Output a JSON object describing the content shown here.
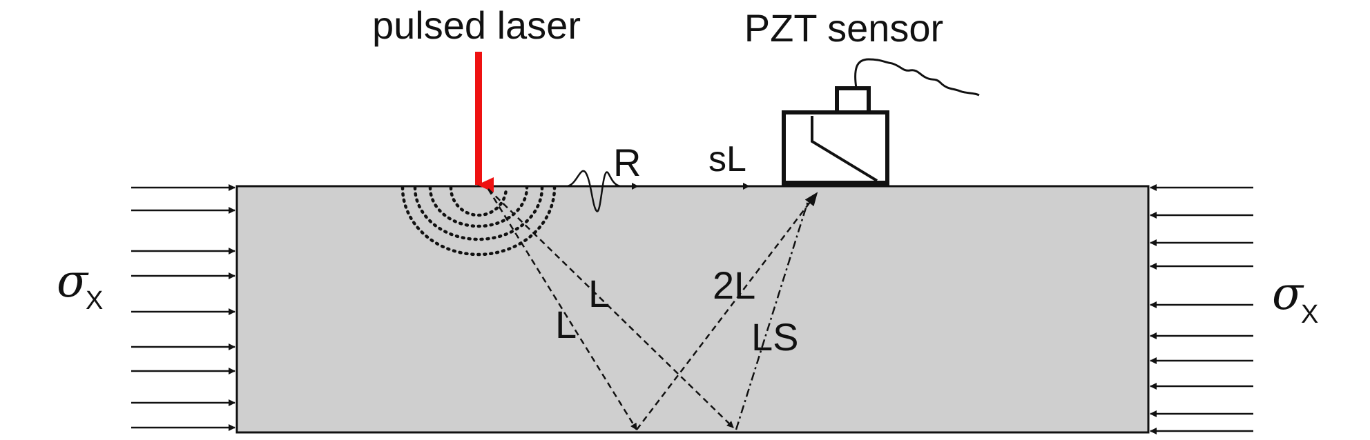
{
  "labels": {
    "laser": "pulsed laser",
    "sensor": "PZT sensor",
    "wave_R": "R",
    "wave_sL": "sL",
    "wave_L_a": "L",
    "wave_L_b": "L",
    "wave_2L": "2L",
    "wave_LS": "LS",
    "stress_left": "σ",
    "stress_left_sub": "X",
    "stress_right": "σ",
    "stress_right_sub": "X"
  },
  "colors": {
    "specimen_fill": "#cfcfcf",
    "laser": "#ee1111",
    "stroke": "#111111"
  }
}
